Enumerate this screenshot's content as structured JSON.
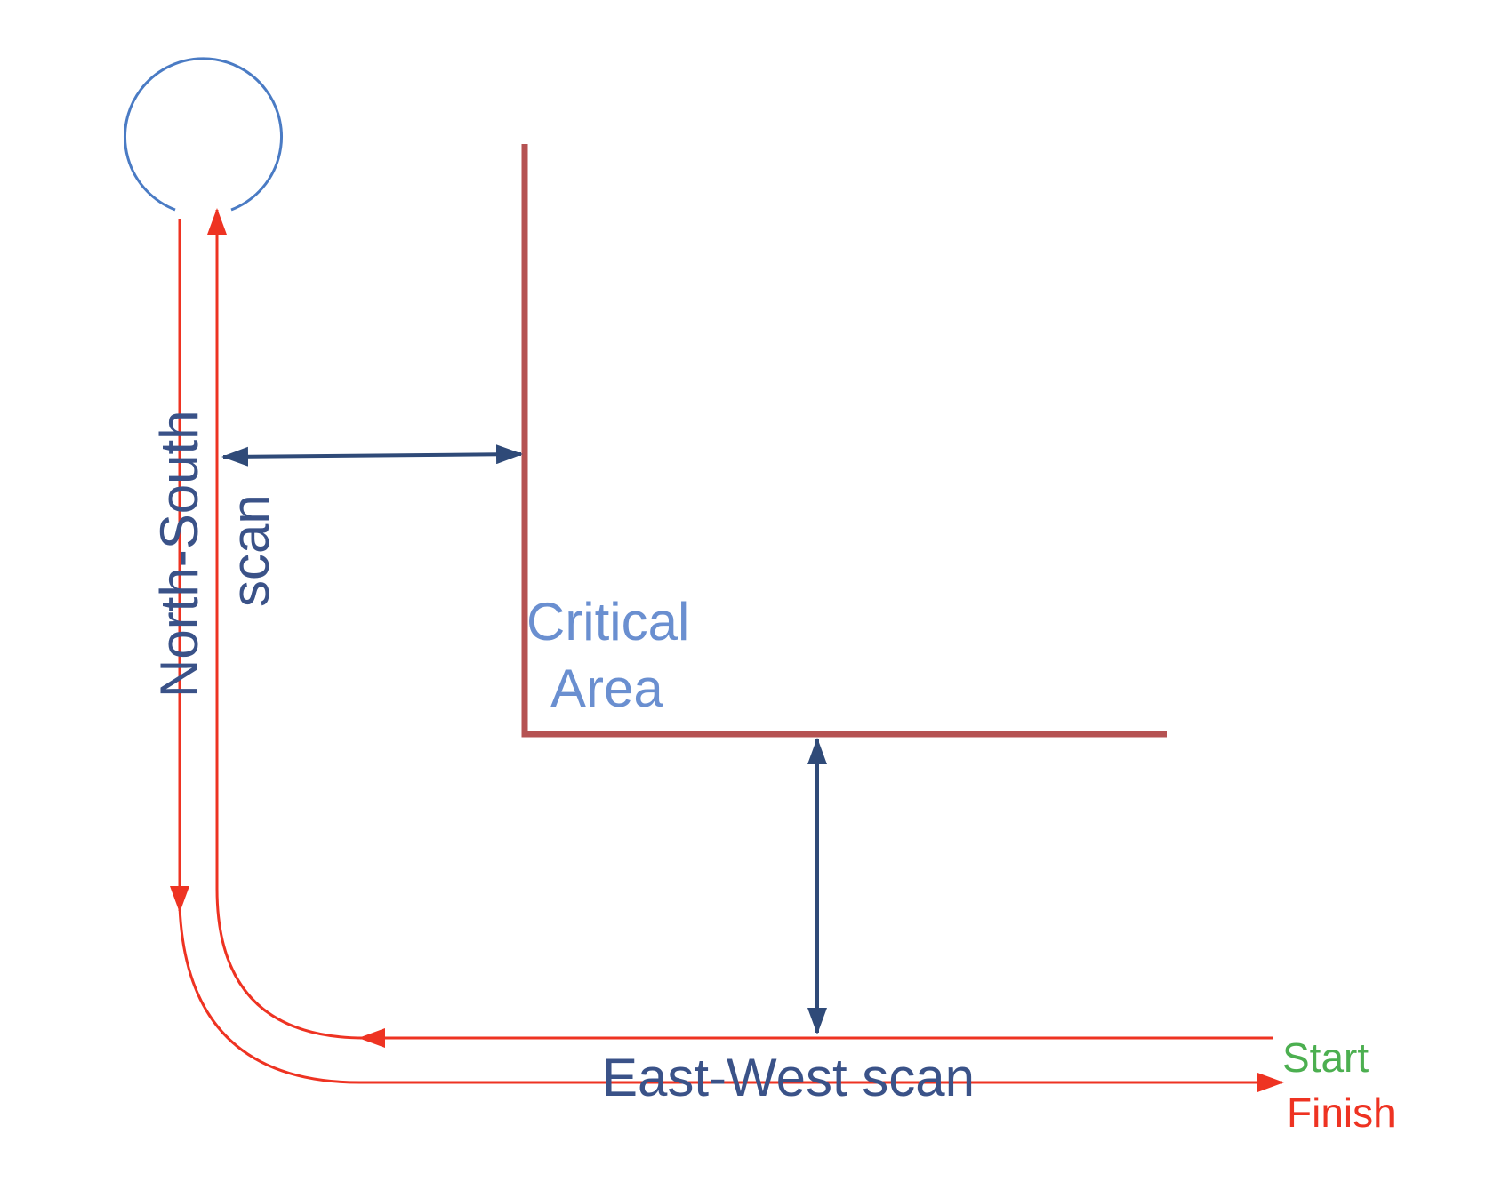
{
  "labels": {
    "north_south_line1": "North-South",
    "north_south_line2": "scan",
    "critical_area_line1": "Critical",
    "critical_area_line2": "Area",
    "east_west": "East-West scan",
    "start": "Start",
    "finish": "Finish"
  },
  "colors": {
    "path": "#ee3322",
    "dimension": "#2f4a78",
    "boundary": "#b55252",
    "loop": "#4a7bc4",
    "label_dark": "#3a5288",
    "label_light": "#6a8fd0",
    "start": "#4caf50",
    "finish": "#ee3322"
  }
}
